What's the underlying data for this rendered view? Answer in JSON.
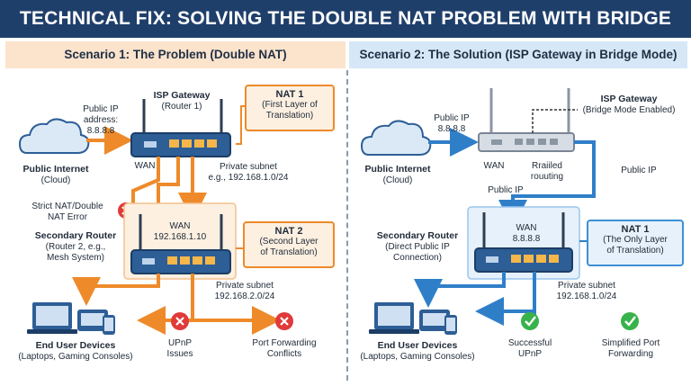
{
  "title": "TECHNICAL FIX: SOLVING THE DOUBLE NAT PROBLEM WITH BRIDGE MODE",
  "left": {
    "heading": "Scenario 1: The Problem (Double NAT)",
    "internet_title": "Public Internet",
    "internet_sub": "(Cloud)",
    "public_ip": "Public IP\naddress:\n8.8.8.8",
    "gateway_title": "ISP Gateway",
    "gateway_sub": "(Router 1)",
    "wan1": "WAN",
    "private1": "Private subnet\ne.g., 192.168.1.0/24",
    "nat1_title": "NAT 1",
    "nat1_sub": "(First Layer of\nTranslation)",
    "error": "Strict NAT/Double\nNAT Error",
    "router_title": "Secondary Router",
    "router_sub": "(Router 2, e.g.,\nMesh System)",
    "wan2": "WAN\n192.168.1.10",
    "nat2_title": "NAT 2",
    "nat2_sub": "(Second Layer\nof Translation)",
    "private2": "Private subnet\n192.168.2.0/24",
    "devices_title": "End User Devices",
    "devices_sub": "(Laptops, Gaming Consoles)",
    "upnp": "UPnP\nIssues",
    "port": "Port Forwarding\nConflicts"
  },
  "right": {
    "heading": "Scenario 2: The Solution (ISP Gateway in Bridge Mode)",
    "internet_title": "Public Internet",
    "internet_sub": "(Cloud)",
    "public_ip": "Public IP\n8.8.8.8",
    "gateway_title": "ISP Gateway",
    "gateway_sub": "(Bridge Mode Enabled)",
    "wan": "WAN",
    "railed": "Rraiiled\nrouuting",
    "public_ip_label_a": "Public IP",
    "public_ip_label_b": "Public IP",
    "router_title": "Secondary Router",
    "router_sub": "(Direct Public IP\nConnection)",
    "wan2": "WAN\n8.8.8.8",
    "nat_title": "NAT 1",
    "nat_sub": "(The Only Layer\nof Translation)",
    "private": "Private subnet\n192.168.1.0/24",
    "devices_title": "End User Devices",
    "devices_sub": "(Laptops, Gaming Consoles)",
    "upnp": "Successful\nUPnP",
    "port": "Simplified Port\nForwarding"
  },
  "colors": {
    "header": "#1f3f6b",
    "orange": "#ee8a2a",
    "blue": "#2f7fc8",
    "red": "#e03a3a",
    "green": "#38b24a",
    "device": "#2d5e96"
  }
}
